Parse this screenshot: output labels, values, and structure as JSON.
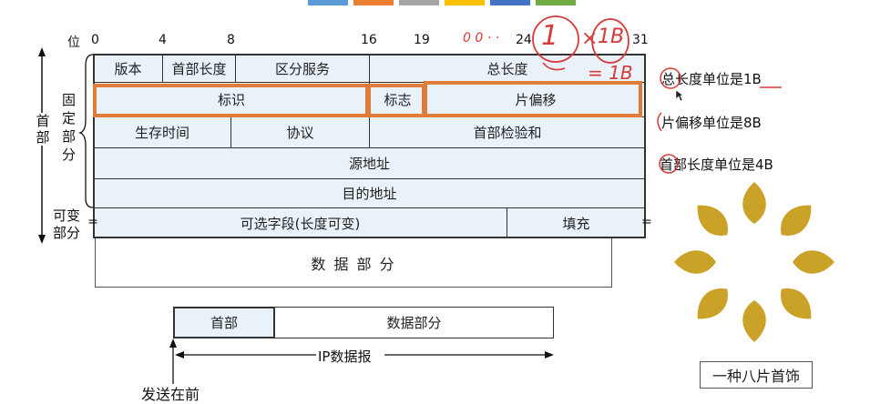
{
  "toolbar_colors": [
    "#5b9bd5",
    "#ed7d31",
    "#a5a5a5",
    "#ffc000",
    "#4472c4",
    "#70ad47"
  ],
  "bit_axis": {
    "label": "位",
    "ticks": [
      "0",
      "4",
      "8",
      "16",
      "19",
      "24",
      "31"
    ]
  },
  "side_labels": {
    "header": "首部",
    "fixed": "固定部分",
    "variable": "可变部分"
  },
  "fields": {
    "version": "版本",
    "ihl": "首部长度",
    "tos": "区分服务",
    "total_length": "总长度",
    "identification": "标识",
    "flags": "标志",
    "fragment_offset": "片偏移",
    "ttl": "生存时间",
    "protocol": "协议",
    "checksum": "首部检验和",
    "src_addr": "源地址",
    "dst_addr": "目的地址",
    "options": "可选字段(长度可变)",
    "padding": "填充",
    "data": "数 据 部 分"
  },
  "packet": {
    "header": "首部",
    "data": "数据部分",
    "label": "IP数据报",
    "send_first": "发送在前"
  },
  "annotations": {
    "total_length_unit": "总长度单位是1B",
    "fragment_unit": "片偏移单位是8B",
    "ihl_unit": "首部长度单位是4B"
  },
  "handwriting": {
    "dots": "0 0 · ·",
    "one": "1",
    "times": "×",
    "unit": "1B",
    "equals": "= 1B"
  },
  "ornament": {
    "caption": "一种八片首饰",
    "petal_color": "#c9a227"
  }
}
